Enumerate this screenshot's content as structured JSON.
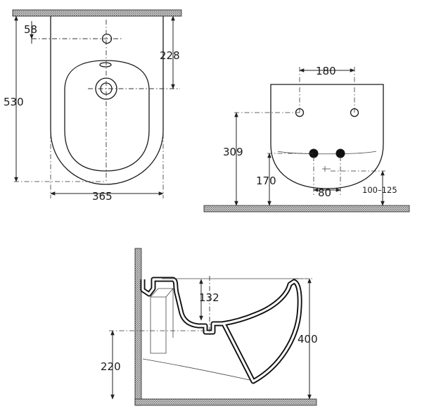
{
  "top_view": {
    "dim_tap_offset": "58",
    "dim_tap_depth": "228",
    "dim_length": "530",
    "dim_width": "365"
  },
  "front_view": {
    "dim_fixing_spacing": "180",
    "dim_fixing_height": "309",
    "dim_supply_height": "170",
    "dim_supply_spacing": "80",
    "dim_waste_range": "100–125"
  },
  "side_view": {
    "dim_rim_depth": "132",
    "dim_waste_height": "220",
    "dim_total_height": "400"
  }
}
